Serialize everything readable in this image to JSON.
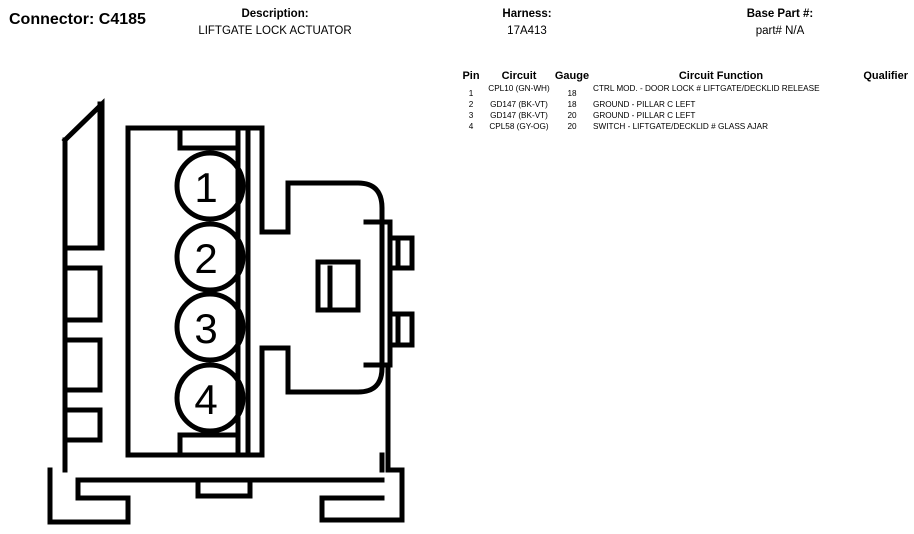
{
  "connector_label": "Connector: C4185",
  "description": {
    "label": "Description:",
    "value": "LIFTGATE LOCK ACTUATOR"
  },
  "harness": {
    "label": "Harness:",
    "value": "17A413"
  },
  "base_part": {
    "label": "Base Part #:",
    "value": "part# N/A"
  },
  "table": {
    "headers": {
      "pin": "Pin",
      "circuit": "Circuit",
      "gauge": "Gauge",
      "function": "Circuit Function",
      "qualifier": "Qualifier"
    },
    "rows": [
      {
        "pin": "1",
        "circuit": "CPL10 (GN-WH)",
        "gauge": "18",
        "function": "CTRL MOD. - DOOR LOCK # LIFTGATE/DECKLID RELEASE",
        "qualifier": ""
      },
      {
        "pin": "2",
        "circuit": "GD147 (BK-VT)",
        "gauge": "18",
        "function": "GROUND - PILLAR C LEFT",
        "qualifier": ""
      },
      {
        "pin": "3",
        "circuit": "GD147 (BK-VT)",
        "gauge": "20",
        "function": "GROUND - PILLAR C LEFT",
        "qualifier": ""
      },
      {
        "pin": "4",
        "circuit": "CPL58 (GY-OG)",
        "gauge": "20",
        "function": "SWITCH - LIFTGATE/DECKLID # GLASS AJAR",
        "qualifier": ""
      }
    ]
  },
  "diagram": {
    "pin_labels": [
      "1",
      "2",
      "3",
      "4"
    ]
  }
}
